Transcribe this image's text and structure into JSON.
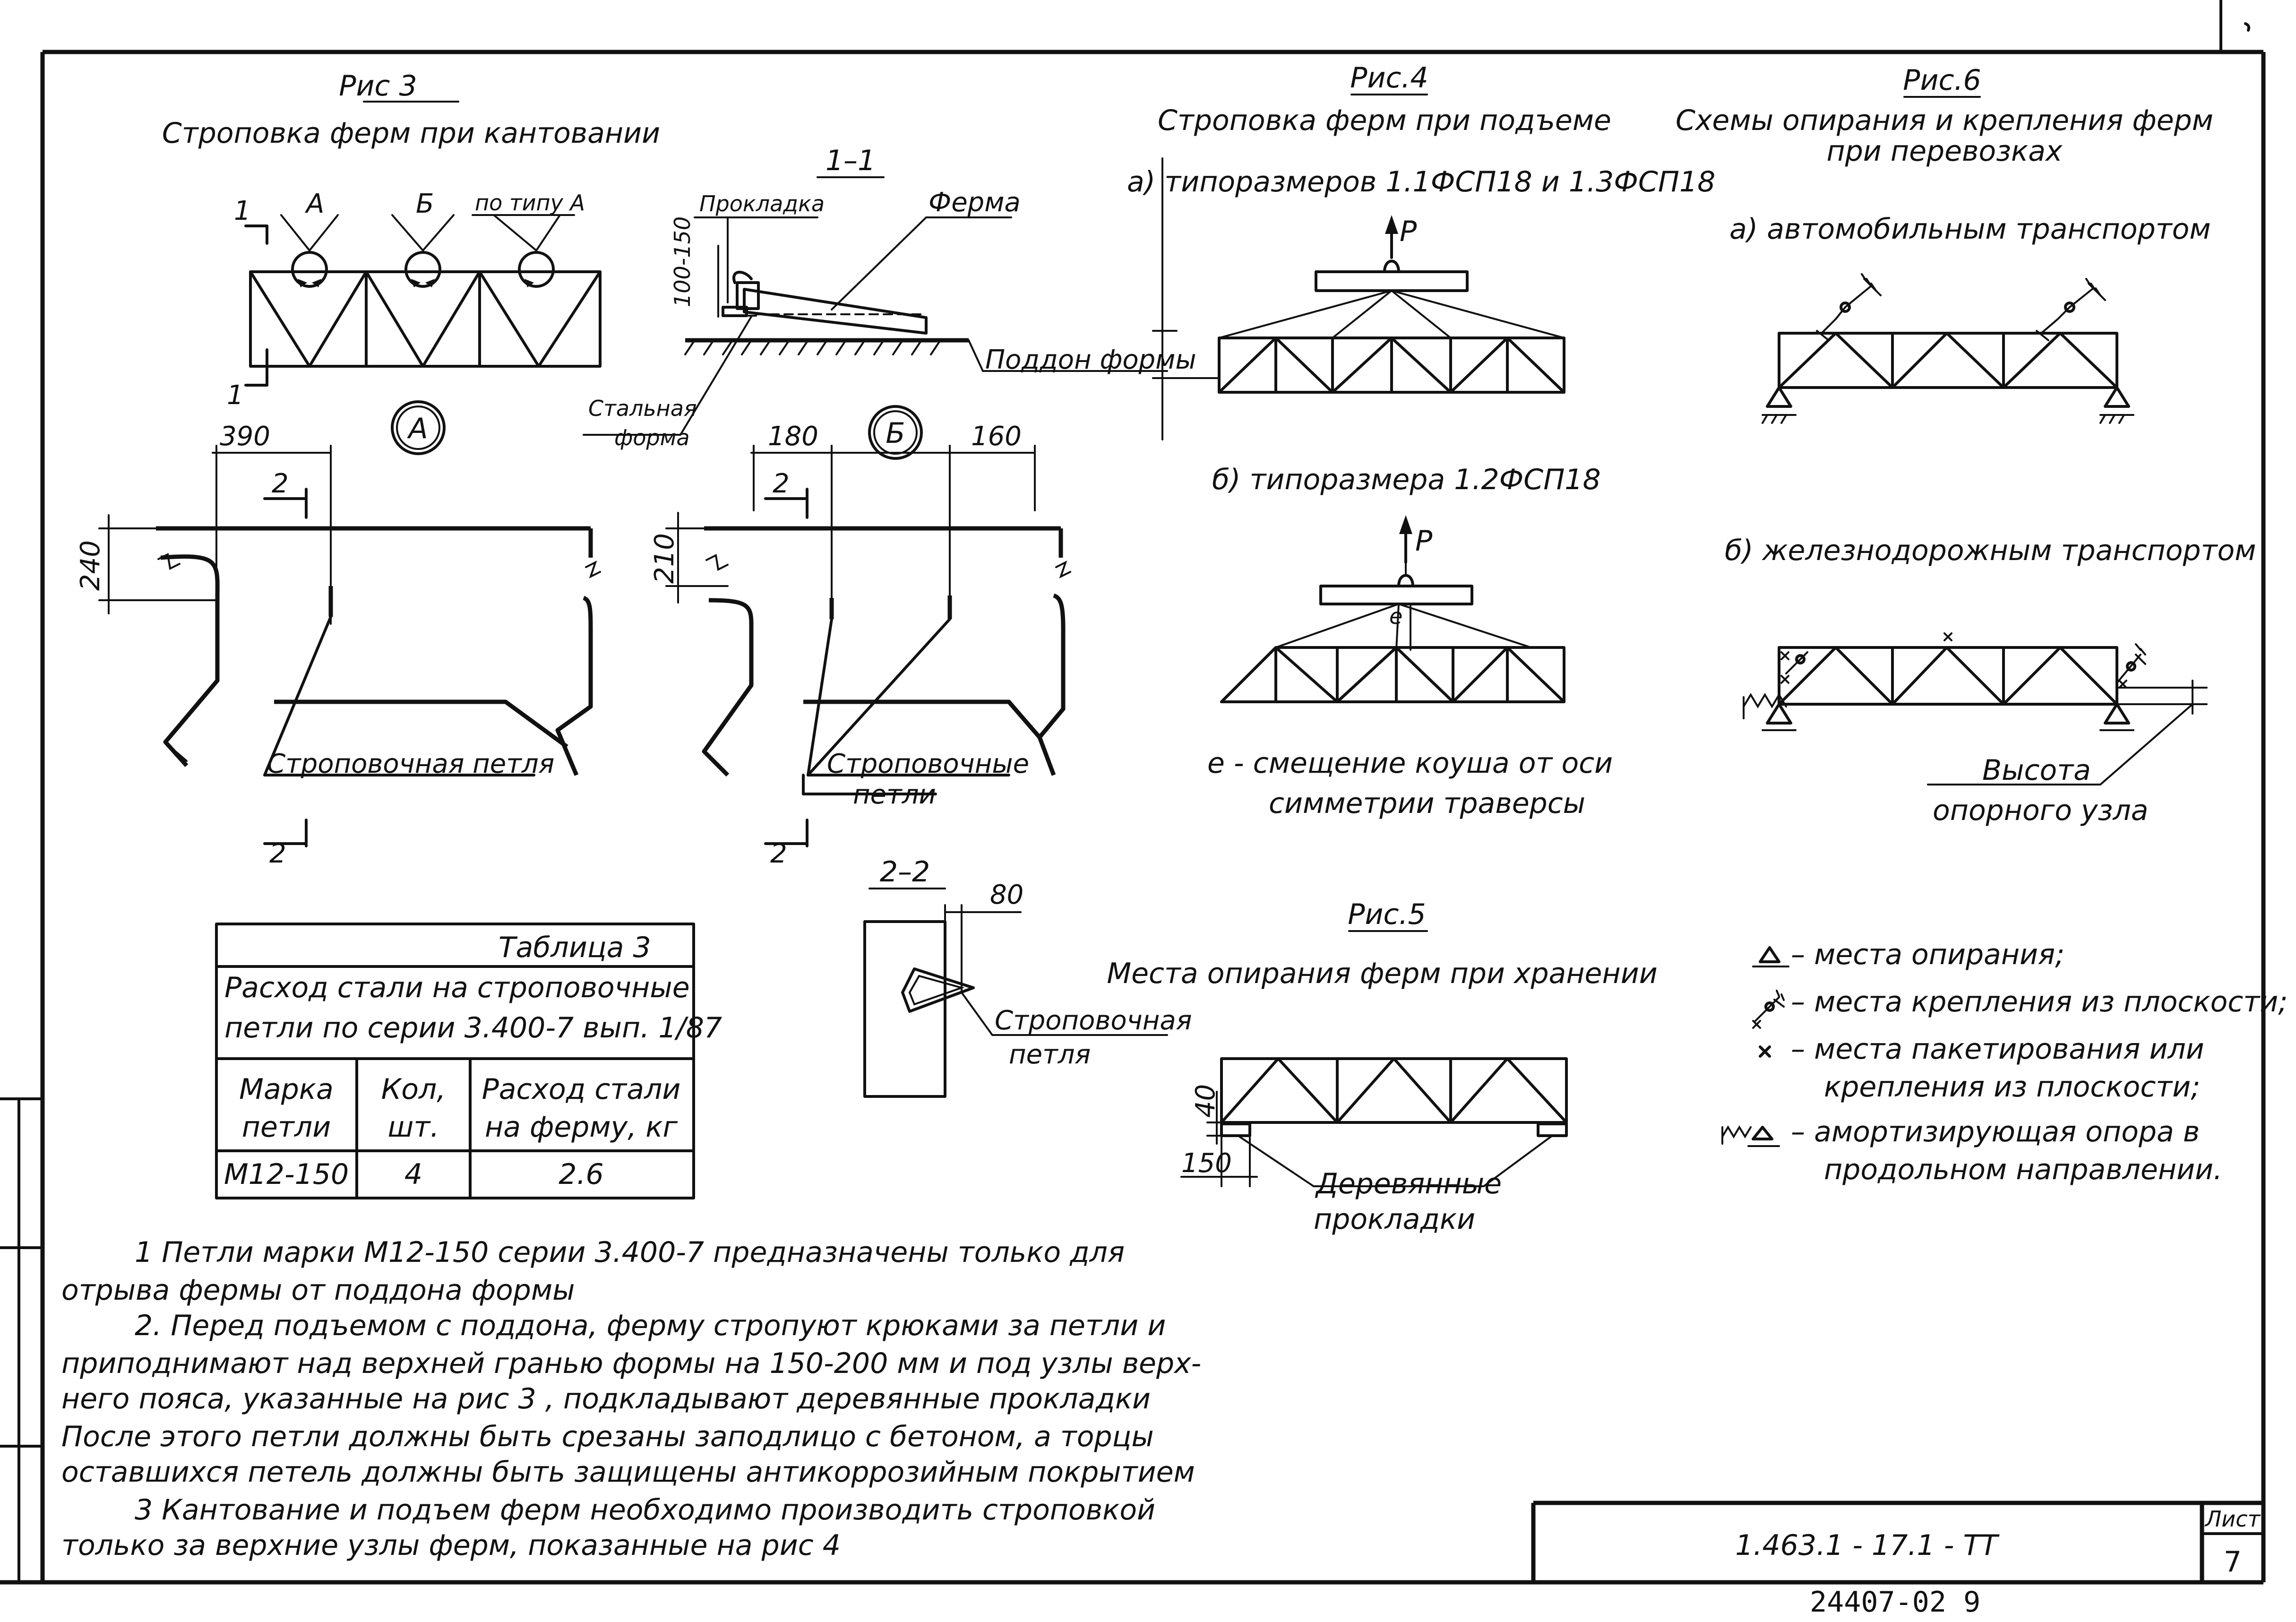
{
  "fig3": {
    "title": "Рис 3",
    "subtitle": "Строповка ферм при кантовании",
    "label_1": "1",
    "label_a": "А",
    "label_b": "Б",
    "label_type_a": "по типу А",
    "circle_a": "А",
    "circle_b": "Б",
    "dim_390": "390",
    "dim_240": "240",
    "dim_180": "180",
    "dim_160": "160",
    "dim_210": "210",
    "label_2": "2",
    "loop_single": "Строповочная петля",
    "loops_1": "Строповочные",
    "loops_2": "петли"
  },
  "section11": {
    "title": "1–1",
    "prokladka": "Прокладка",
    "ferma": "Ферма",
    "dim": "100-150",
    "poddon": "Поддон формы",
    "stal_1": "Стальная",
    "stal_2": "форма"
  },
  "section22": {
    "title": "2–2",
    "dim": "80",
    "loop_1": "Строповочная",
    "loop_2": "петля"
  },
  "fig4": {
    "title": "Рис.4",
    "subtitle": "Строповка ферм при подъеме",
    "a_label": "а) типоразмеров  1.1ФСП18  и  1.3ФСП18",
    "b_label": "б) типоразмера  1.2ФСП18",
    "p": "P",
    "e": "e",
    "note_1": "e - смещение коуша от оси",
    "note_2": "симметрии траверсы"
  },
  "fig5": {
    "title": "Рис.5",
    "subtitle": "Места опирания ферм при хранении",
    "dim_40": "40",
    "dim_150": "150",
    "wood_1": "Деревянные",
    "wood_2": "прокладки"
  },
  "fig6": {
    "title": "Рис.6",
    "subtitle_1": "Схемы опирания и крепления ферм",
    "subtitle_2": "при перевозках",
    "a_label": "а) автомобильным транспортом",
    "b_label": "б) железнодорожным транспортом",
    "height_1": "Высота",
    "height_2": "опорного узла"
  },
  "legend": [
    "– места опирания;",
    "– места крепления из плоскости;",
    "– места пакетирования или",
    "крепления из плоскости;",
    "– амортизирующая опора в",
    "продольном направлении."
  ],
  "table3": {
    "title": "Таблица 3",
    "caption_1": "Расход стали на строповочные",
    "caption_2": "петли по серии 3.400-7 вып. 1/87",
    "h1_1": "Марка",
    "h1_2": "петли",
    "h2_1": "Кол,",
    "h2_2": "шт.",
    "h3_1": "Расход стали",
    "h3_2": "на ферму, кг",
    "row": [
      "М12-150",
      "4",
      "2.6"
    ]
  },
  "notes": [
    "1  Петли марки  М12-150 серии 3.400-7  предназначены только для",
    "отрыва фермы от поддона формы",
    "2. Перед подъемом с поддона, ферму стропуют крюками за петли и",
    "приподнимают над верхней гранью формы на 150-200 мм и под узлы верх-",
    "него пояса, указанные на рис 3 ,  подкладывают деревянные прокладки",
    "После этого петли должны быть срезаны заподлицо с бетоном, а торцы",
    "оставшихся петель должны быть защищены антикоррозийным покрытием",
    "3  Кантование и подъем ферм необходимо производить строповкой",
    "только за верхние узлы ферм, показанные на рис 4"
  ],
  "stamp": {
    "code": "1.463.1 - 17.1 -  ТТ",
    "sheet_label": "Лист",
    "sheet_no": "7",
    "inventory": "24407-02   9"
  }
}
